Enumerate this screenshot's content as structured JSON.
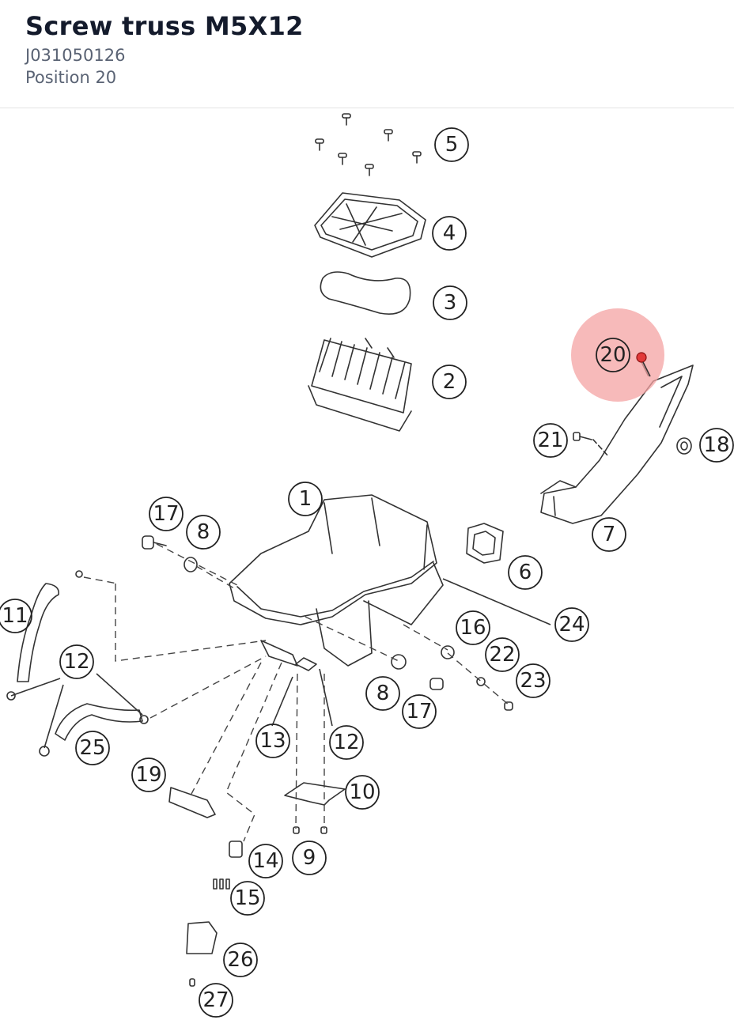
{
  "header": {
    "title": "Screw truss M5X12",
    "sku": "J031050126",
    "position": "Position 20"
  },
  "diagram": {
    "highlight_color": "#f4a3a3",
    "highlighted_callout": "20",
    "callouts": [
      "5",
      "4",
      "3",
      "2",
      "20",
      "21",
      "18",
      "1",
      "17",
      "8",
      "7",
      "6",
      "11",
      "12",
      "24",
      "16",
      "22",
      "23",
      "8",
      "17",
      "13",
      "12",
      "25",
      "19",
      "10",
      "14",
      "9",
      "15",
      "26",
      "27"
    ]
  }
}
